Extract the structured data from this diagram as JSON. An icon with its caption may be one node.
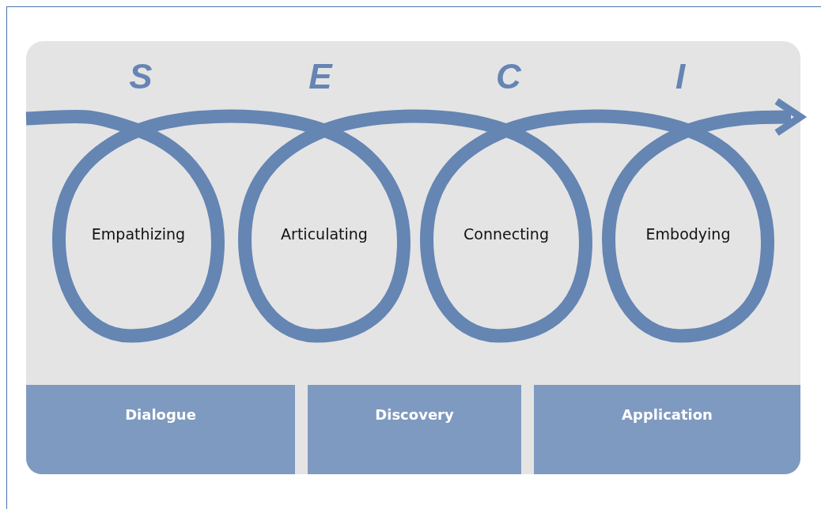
{
  "diagram": {
    "nodes": [
      {
        "text": [
          "Dialogue"
        ]
      },
      {
        "text": [
          "Discovery"
        ]
      },
      {
        "text": [
          "Application"
        ]
      }
    ],
    "labels": [
      "S",
      "E",
      "C",
      "I",
      "Empathizing",
      "Articulating",
      "Connecting",
      "Embodying"
    ]
  }
}
